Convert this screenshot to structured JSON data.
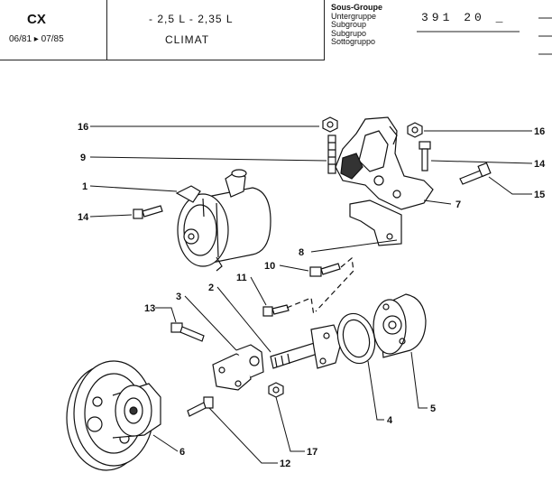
{
  "header": {
    "model": "CX",
    "dates": "06/81 ▸ 07/85",
    "engine": "- 2,5 L  -  2,35 L",
    "system": "CLIMAT",
    "subgroup_labels": [
      "Sous-Groupe",
      "Untergruppe",
      "Subgroup",
      "Subgrupo",
      "Sottogruppo"
    ],
    "code": "391 20 _"
  },
  "callouts": [
    {
      "id": "16a",
      "label": "16"
    },
    {
      "id": "9",
      "label": "9"
    },
    {
      "id": "1",
      "label": "1"
    },
    {
      "id": "14a",
      "label": "14"
    },
    {
      "id": "16b",
      "label": "16"
    },
    {
      "id": "14b",
      "label": "14"
    },
    {
      "id": "15",
      "label": "15"
    },
    {
      "id": "7",
      "label": "7"
    },
    {
      "id": "8",
      "label": "8"
    },
    {
      "id": "10",
      "label": "10"
    },
    {
      "id": "11",
      "label": "11"
    },
    {
      "id": "2",
      "label": "2"
    },
    {
      "id": "3",
      "label": "3"
    },
    {
      "id": "13",
      "label": "13"
    },
    {
      "id": "4",
      "label": "4"
    },
    {
      "id": "5",
      "label": "5"
    },
    {
      "id": "6",
      "label": "6"
    },
    {
      "id": "12",
      "label": "12"
    },
    {
      "id": "17",
      "label": "17"
    }
  ]
}
